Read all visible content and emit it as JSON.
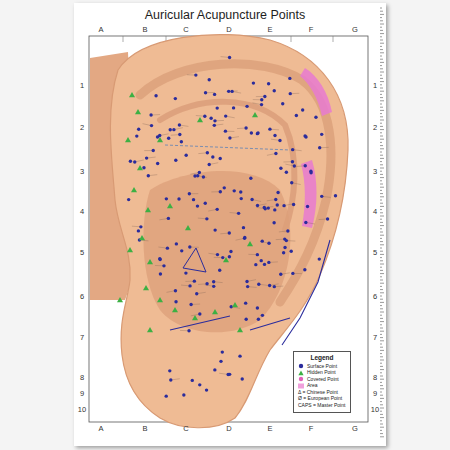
{
  "diagram": {
    "title": "Auricular Acupuncture Points",
    "nodes": [
      {
        "text": [
          "Legend"
        ]
      }
    ],
    "labels": [
      "A",
      "B",
      "C",
      "D",
      "E",
      "F",
      "G",
      "1",
      "2",
      "3",
      "4",
      "5",
      "6",
      "7",
      "8",
      "9",
      "10",
      "A",
      "B",
      "C",
      "D",
      "E",
      "F",
      "G",
      "1",
      "2",
      "3",
      "4",
      "5",
      "6",
      "7",
      "8",
      "9",
      "10"
    ],
    "legend": [
      {
        "text": "Surface Point",
        "color": "#2b2c9c"
      },
      {
        "text": "Hidden Point",
        "color": "#3cb043"
      },
      {
        "text": "Covered Point",
        "color": "#e35fb8"
      },
      {
        "text": "Area",
        "color": "#f0a0dc"
      },
      {
        "text": "Δ = Chinese Point"
      },
      {
        "text": "Ø = European Point"
      },
      {
        "text": "CAPS = Master Point"
      }
    ]
  }
}
